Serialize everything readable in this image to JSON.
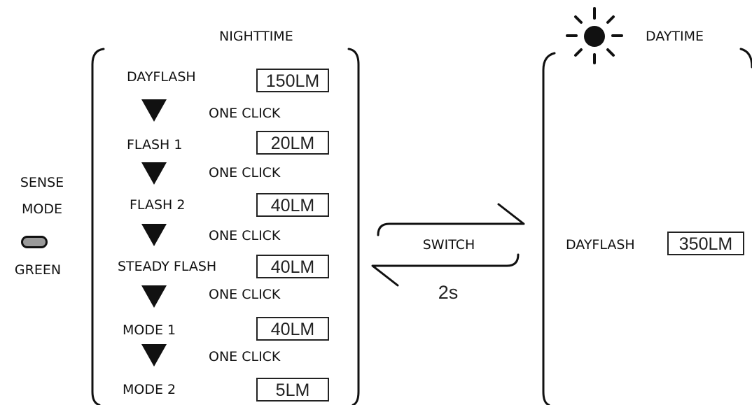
{
  "left_indicator": {
    "label_line1": "SENSE",
    "label_line2": "MODE",
    "color_label": "GREEN",
    "pill_color": "#9a9a9a"
  },
  "nighttime": {
    "icon": "moon-icon",
    "title": "NIGHTTIME",
    "transition_label": "ONE CLICK",
    "modes": [
      {
        "name": "DAYFLASH",
        "lumens": "150LM"
      },
      {
        "name": "FLASH 1",
        "lumens": "20LM"
      },
      {
        "name": "FLASH 2",
        "lumens": "40LM"
      },
      {
        "name": "STEADY FLASH",
        "lumens": "40LM"
      },
      {
        "name": "MODE 1",
        "lumens": "40LM"
      },
      {
        "name": "MODE 2",
        "lumens": "5LM"
      }
    ]
  },
  "switch": {
    "label": "SWITCH",
    "hold_time": "2s"
  },
  "daytime": {
    "icon": "sun-icon",
    "title": "DAYTIME",
    "modes": [
      {
        "name": "DAYFLASH",
        "lumens": "350LM"
      }
    ]
  }
}
